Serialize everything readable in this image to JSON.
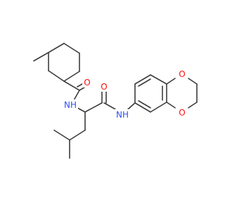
{
  "molecule": {
    "bond_color": "#3c3c3c",
    "atoms": {
      "carbonyl_oxygen_1": {
        "symbol": "O",
        "color": "#ff0d0d"
      },
      "amide_nitrogen_1": {
        "symbol": "NH",
        "color": "#3050f8"
      },
      "carbonyl_oxygen_2": {
        "symbol": "O",
        "color": "#ff0d0d"
      },
      "amide_nitrogen_2": {
        "symbol": "NH",
        "color": "#3050f8"
      },
      "ring_oxygen_top": {
        "symbol": "O",
        "color": "#ff0d0d"
      },
      "ring_oxygen_bottom": {
        "symbol": "O",
        "color": "#ff0d0d"
      }
    }
  }
}
